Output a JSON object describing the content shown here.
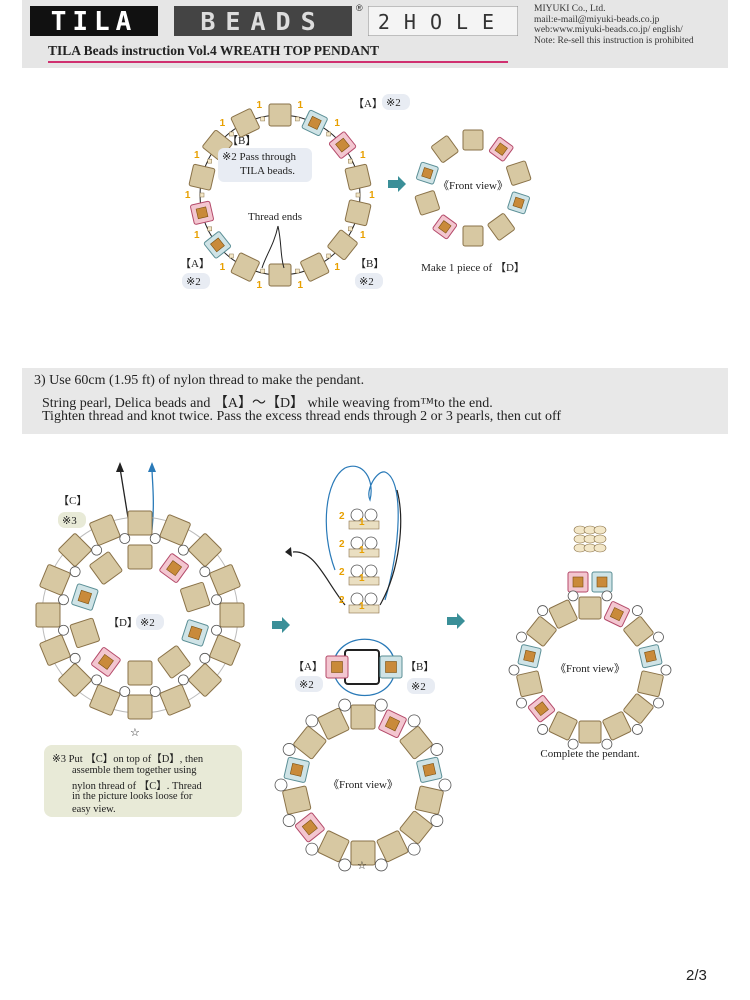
{
  "header": {
    "brand_tila": "TILA",
    "brand_beads": "BEADS",
    "brand_2hole": "2HOLE",
    "registered_mark": "®",
    "company": "MIYUKI Co., Ltd.",
    "mail": "mail:e-mail@miyuki-beads.co.jp",
    "web": "web:www.miyuki-beads.co.jp/ english/",
    "note": "Note: Re-sell this instruction is prohibited",
    "subtitle": "TILA Beads instruction Vol.4 WREATH TOP PENDANT"
  },
  "top_diagram": {
    "label_a_top": "【A】",
    "label_mark_top": "※2",
    "label_b": "【B】",
    "note_line1": "※2 Pass through",
    "note_line2": "TILA beads.",
    "thread_ends": "Thread ends",
    "label_a_bottom": "【A】",
    "label_mark_a_bottom": "※2",
    "label_b_bottom": "【B】",
    "label_mark_b_bottom": "※2",
    "count": "1",
    "front_view": "《Front view》",
    "make_piece": "Make 1 piece of 【D】"
  },
  "step3": {
    "line1": "3) Use 60cm (1.95 ft) of nylon thread to make the pendant.",
    "line2": "String pearl, Delica beads and 【A】～【D】 while weaving from™to the end.",
    "line3": "Tighten thread and knot twice. Pass the excess thread ends through 2 or 3 pearls, then cut off"
  },
  "bottom_left": {
    "label_c": "【C】",
    "mark_c": "※3",
    "label_d": "【D】",
    "mark_d": "※2",
    "star": "☆"
  },
  "note3": {
    "line1": "※3 Put 【C】on top of【D】, then",
    "line2": "assemble them together using",
    "line3": "nylon thread of 【C】. Thread",
    "line4": "in the picture looks loose for",
    "line5": "easy view."
  },
  "bottom_middle": {
    "count_two": "2",
    "count_one": "1",
    "label_a": "【A】",
    "mark_a": "※2",
    "label_b": "【B】",
    "mark_b": "※2",
    "front_view": "《Front view》",
    "star": "☆"
  },
  "bottom_right": {
    "front_view": "《Front view》",
    "complete": "Complete the pendant."
  },
  "page_number": "2/3"
}
